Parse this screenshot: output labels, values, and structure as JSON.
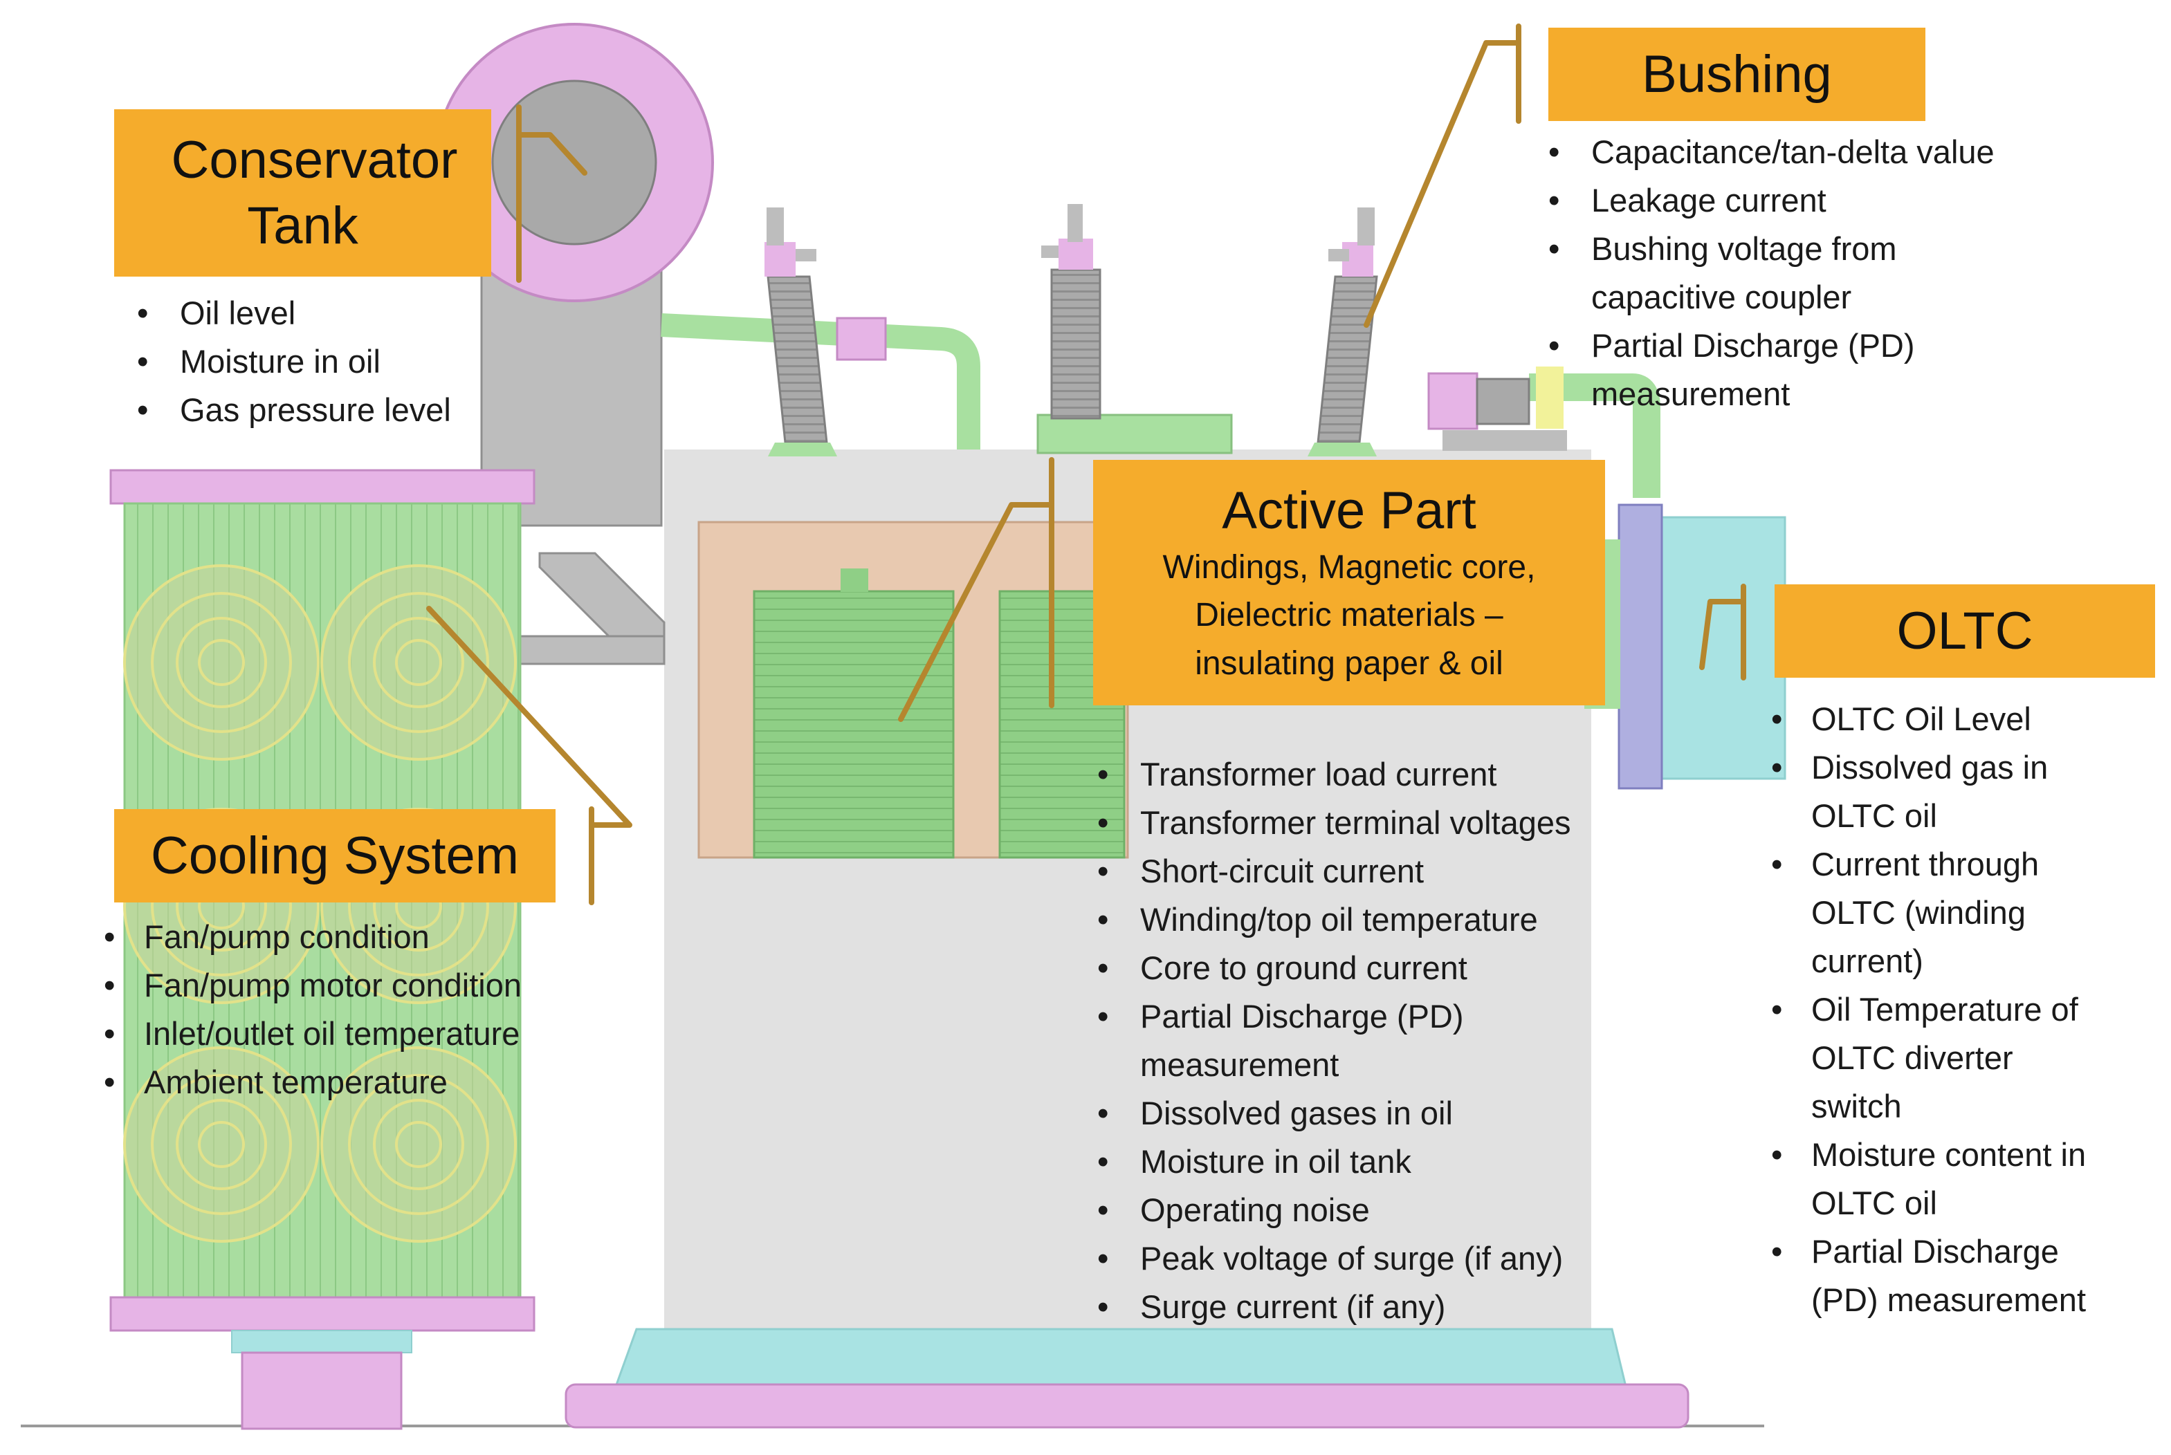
{
  "colors": {
    "label_fill": "#F5AC2C",
    "leader_line": "#B5862E",
    "transformer_tank": "#E1E1E1",
    "pink_parts": "#E6B6E6",
    "green_parts": "#A8E0A0",
    "cyan_parts": "#A8E6E6",
    "core_brown": "#E8C9B0"
  },
  "icons": {
    "bullet": "bullet-dot",
    "leader": "callout-leader-line"
  },
  "conservator": {
    "title": "Conservator Tank",
    "items": [
      "Oil level",
      "Moisture in oil",
      "Gas pressure level"
    ]
  },
  "bushing": {
    "title": "Bushing",
    "items": [
      "Capacitance/tan-delta value",
      "Leakage current",
      "Bushing voltage from capacitive coupler",
      "Partial Discharge (PD) measurement"
    ]
  },
  "active_part": {
    "title": "Active Part",
    "subtitle": "Windings, Magnetic core, Dielectric materials – insulating paper & oil",
    "items": [
      "Transformer load current",
      "Transformer terminal voltages",
      "Short-circuit current",
      "Winding/top oil temperature",
      "Core to ground current",
      "Partial Discharge (PD) measurement",
      "Dissolved gases in oil",
      "Moisture in oil tank",
      "Operating noise",
      "Peak voltage of surge (if any)",
      "Surge current (if any)"
    ]
  },
  "oltc": {
    "title": "OLTC",
    "items": [
      "OLTC Oil Level",
      "Dissolved gas in OLTC oil",
      "Current through OLTC (winding current)",
      "Oil Temperature of OLTC diverter switch",
      "Moisture content in OLTC oil",
      "Partial Discharge (PD) measurement"
    ]
  },
  "cooling": {
    "title": "Cooling System",
    "items": [
      "Fan/pump condition",
      "Fan/pump motor condition",
      "Inlet/outlet oil temperature",
      "Ambient temperature"
    ]
  }
}
